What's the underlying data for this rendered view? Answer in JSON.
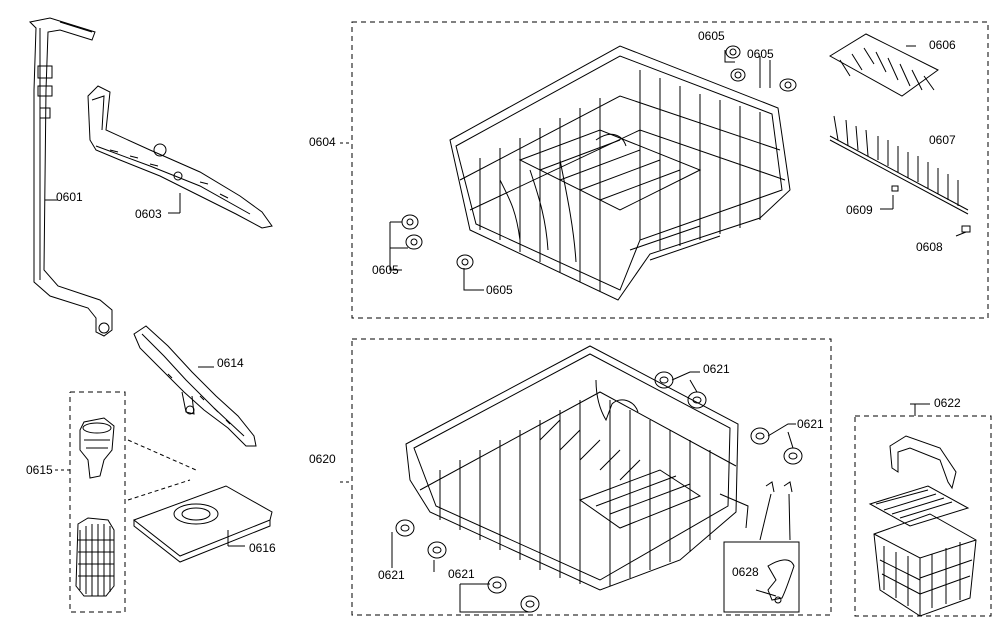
{
  "diagram": {
    "labels": {
      "p0601": "0601",
      "p0603": "0603",
      "p0604": "0604",
      "p0605_a": "0605",
      "p0605_b": "0605",
      "p0605_c": "0605",
      "p0605_d": "0605",
      "p0606": "0606",
      "p0607": "0607",
      "p0608": "0608",
      "p0609": "0609",
      "p0614": "0614",
      "p0615": "0615",
      "p0616": "0616",
      "p0620": "0620",
      "p0621_a": "0621",
      "p0621_b": "0621",
      "p0621_c": "0621",
      "p0621_d": "0621",
      "p0622": "0622",
      "p0628": "0628"
    },
    "line_color": "#000000",
    "background": "#ffffff"
  }
}
